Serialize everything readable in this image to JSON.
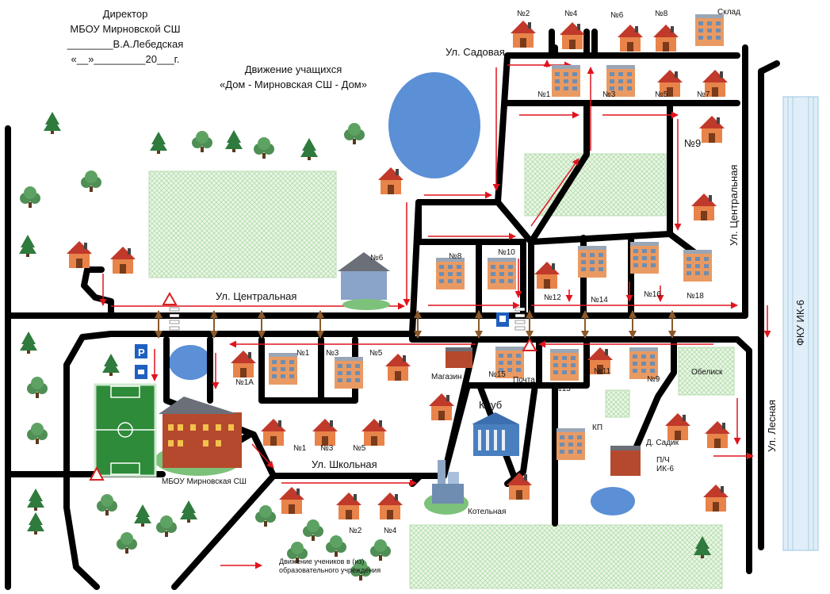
{
  "approval": {
    "line1": "Директор",
    "line2": "МБОУ Мирновской СШ",
    "line3": "________В.А.Лебедская",
    "line4": "«__»_________20___г."
  },
  "title": {
    "line1": "Движение учащихся",
    "line2": "«Дом - Мирновская СШ - Дом»"
  },
  "streets": {
    "sadovaya": "Ул. Садовая",
    "centralnaya_h": "Ул. Центральная",
    "shkolnaya": "Ул. Школьная",
    "centralnaya_v": "Ул. Центральная",
    "lesnaya": "Ул. Лесная",
    "fku": "ФКУ ИК-6"
  },
  "places": {
    "school": "МБОУ Мирновская СШ",
    "club": "Клуб",
    "kotelnaya": "Котельная",
    "magazin": "Магазин",
    "pochta": "Почта",
    "obelisk": "Обелиск",
    "kp": "КП",
    "dsadik": "Д. Садик",
    "pch_line1": "П/Ч",
    "pch_line2": "ИК-6",
    "sklad": "Склад",
    "no9_big": "№9"
  },
  "house_numbers": {
    "top": [
      "№2",
      "№4",
      "№6",
      "№8"
    ],
    "row2": [
      "№1",
      "№3",
      "№5",
      "№7"
    ],
    "no6_center": "№6",
    "central_north": [
      "№8",
      "№10",
      "№12",
      "№14",
      "№16",
      "№18"
    ],
    "central_south": [
      "№1",
      "№3",
      "№5",
      "№1А",
      "№15",
      "№13",
      "№11",
      "№9"
    ],
    "shkolnaya_north": [
      "№1",
      "№3",
      "№5"
    ],
    "shkolnaya_south": [
      "№2",
      "№4"
    ]
  },
  "legend": {
    "text_line1": "Движение учеников в (из)",
    "text_line2": "образовательного учреждения"
  },
  "signs": {
    "parking": "P"
  },
  "colors": {
    "road": "#000000",
    "route_arrow": "#e0141e",
    "crossing": "#a0522d",
    "water": "#5b8fd6",
    "green_zone": "#d6efd0",
    "tree": "#2f7a3d",
    "house_roof": "#c0392b",
    "house_wall": "#e8834a",
    "fku_strip": "#cfe3f2"
  }
}
